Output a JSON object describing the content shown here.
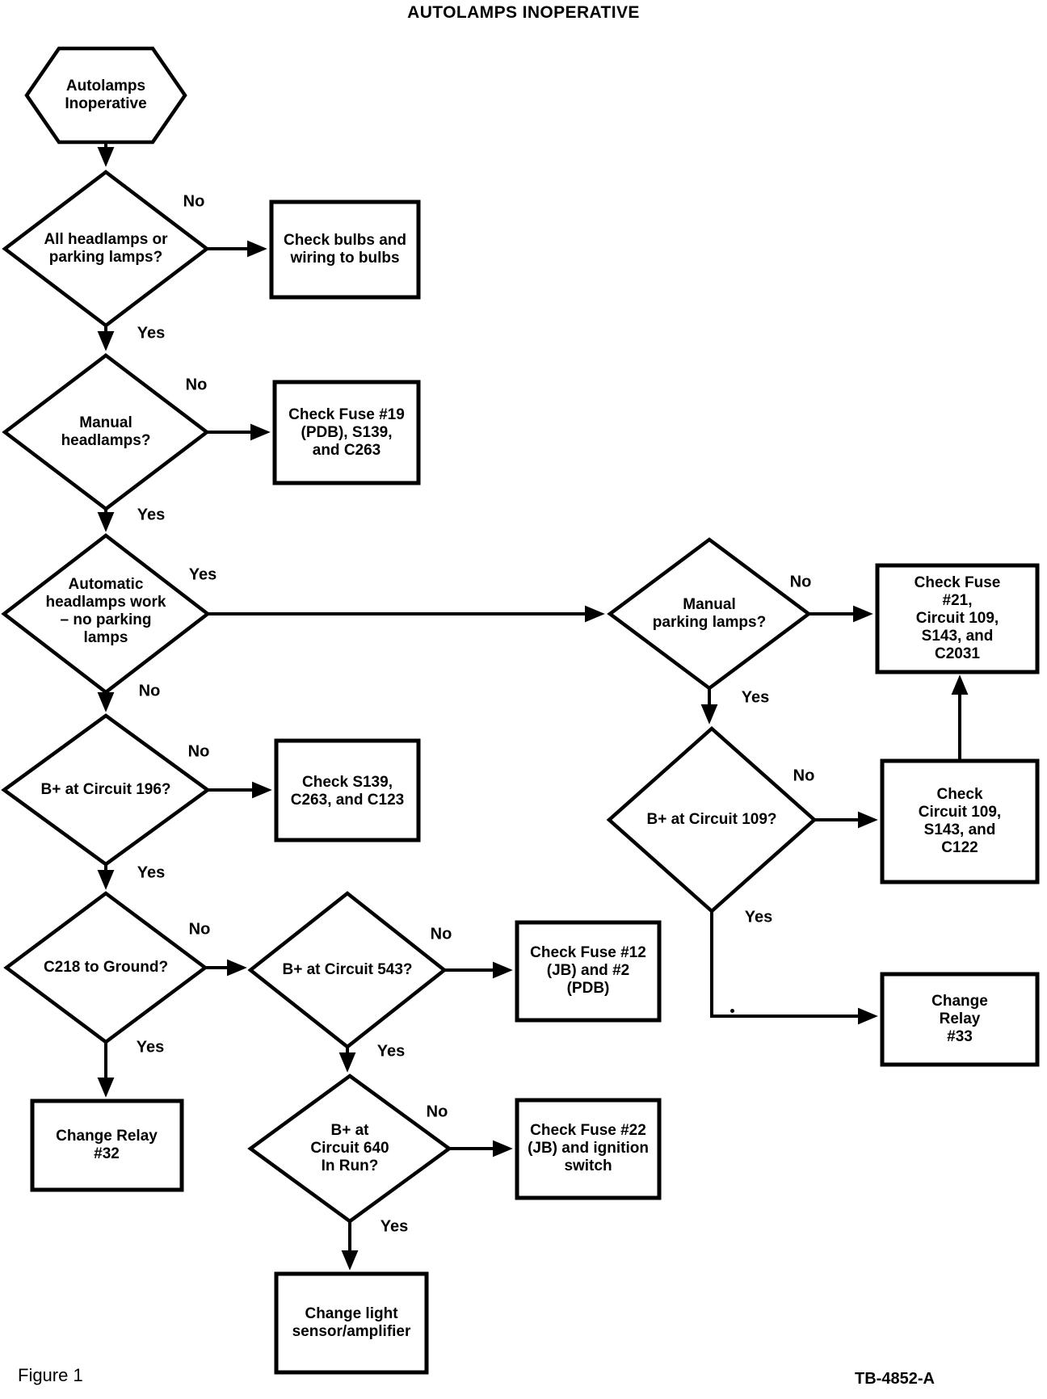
{
  "title": "AUTOLAMPS INOPERATIVE",
  "footer": {
    "figure": "Figure 1",
    "doc": "TB-4852-A"
  },
  "decision_labels": {
    "yes": "Yes",
    "no": "No"
  },
  "nodes": {
    "start": "Autolamps\nInoperative",
    "d_all_lamps": "All headlamps or\nparking lamps?",
    "b_check_bulbs": "Check bulbs and\nwiring to bulbs",
    "d_manual_headlamps": "Manual\nheadlamps?",
    "b_check_fuse19": "Check Fuse #19\n(PDB), S139,\nand C263",
    "d_auto_headlamps": "Automatic\nheadlamps work\n– no parking\nlamps",
    "d_b_circuit196": "B+ at Circuit 196?",
    "b_check_s139": "Check S139,\nC263, and C123",
    "d_c218_ground": "C218 to Ground?",
    "b_change_relay32": "Change Relay\n#32",
    "d_b_circuit543": "B+ at Circuit 543?",
    "b_check_fuse12": "Check Fuse #12\n(JB) and #2\n(PDB)",
    "d_b_circuit640": "B+ at\nCircuit 640\nIn Run?",
    "b_check_fuse22": "Check Fuse #22\n(JB) and ignition\nswitch",
    "b_change_sensor": "Change light\nsensor/amplifier",
    "d_manual_parking": "Manual\nparking lamps?",
    "b_check_fuse21": "Check Fuse #21,\nCircuit 109,\nS143, and\nC2031",
    "d_b_circuit109": "B+ at Circuit 109?",
    "b_check_circuit109": "Check\nCircuit 109,\nS143, and C122",
    "b_change_relay33": "Change Relay\n#33"
  }
}
